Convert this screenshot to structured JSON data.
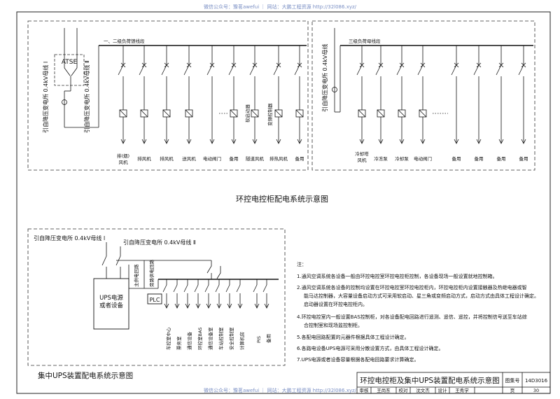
{
  "watermark": {
    "top": "微信公众号：豫茗awefui ｜ 网站：大鹏工程资源 http://32l086.xyz/",
    "bottom": "微信公众号：豫茗awefui ｜ 网站：大鹏工程资源 http://32l086.xyz/"
  },
  "diagram1": {
    "caption": "环控电控柜配电系统示意图",
    "feeder1": "引自降压变电所 0.4kV母线 Ⅰ",
    "feeder2": "引自降压变电所 0.4kV母线 Ⅱ",
    "atse": "ATSE",
    "bus_left": "一、二级负荷馈线段",
    "bus_right": "三级负荷母线段",
    "feeder3": "引自降压变电所 0.4kV母线",
    "left_loads": [
      "排(烟)\n风机",
      "排风机",
      "排风机",
      "送风机",
      "电动阀门",
      "备用",
      "隧道风机",
      "排热风机",
      "备用"
    ],
    "soft_starter": "软启动器",
    "vfd": "变频控制器",
    "right_loads": [
      "冷却塔\n风机",
      "冷冻泵",
      "冷却泵",
      "电动阀门",
      "备用",
      "备用",
      "备用",
      "备用"
    ]
  },
  "diagram2": {
    "caption": "集中UPS装置配电系统示意图",
    "feeder1": "引自降压变电所 0.4kV母线 Ⅰ",
    "feeder2": "引自降压变电所 0.4kV母线 Ⅱ",
    "ups": "UPS电源\n或者设备",
    "main_circuit": "主供电回路",
    "bypass_circuit": "旁路供电回路",
    "plc": "PLC",
    "loads": [
      "车控室中心",
      "票务室",
      "通信设备",
      "环控室BAS",
      "通信设备室",
      "车站控制室",
      "安全控制室",
      "计算机房",
      "PIS",
      "备用"
    ]
  },
  "notes": {
    "heading": "注：",
    "items": [
      "1.通风空调系统各设备一般由环控电控室环控电控柜控制，各设备现场一般设置就地控制箱。",
      "2.通风空调系统各设备的控制均设置在环控电控室环控电控柜内，环控电控柜内设置接触器及热继电器或智",
      "能马达控制器，大容量设备启动方式可采用软启动、星三角或变频启动方式，启动方式由具体工程设计确定。",
      "启动器设置在环控电控柜内。",
      "4.环控电控室内一般设置BAS控制柜，对各设备配电回路进行遥测、遥信、遥控，并将控制信号送至车站综",
      "合控制室和现场监控制柜。",
      "5.各配电回路配置的元器件根据具体工程设计确定。",
      "6.各路电设备UPS电源可采用分散设置方式，由具体工程设计确定。",
      "7.UPS电源或者设备容量根据各配电回路要求计算确定。"
    ]
  },
  "title_block": {
    "title": "环控电控柜及集中UPS装置配电系统示意图",
    "atlas_label": "图集号",
    "atlas_no": "14D3016",
    "row": [
      "审核",
      "王尚东",
      "校对",
      "沈文杰",
      "设计",
      "王秀学"
    ],
    "page_label": "页",
    "page_no": "30"
  }
}
